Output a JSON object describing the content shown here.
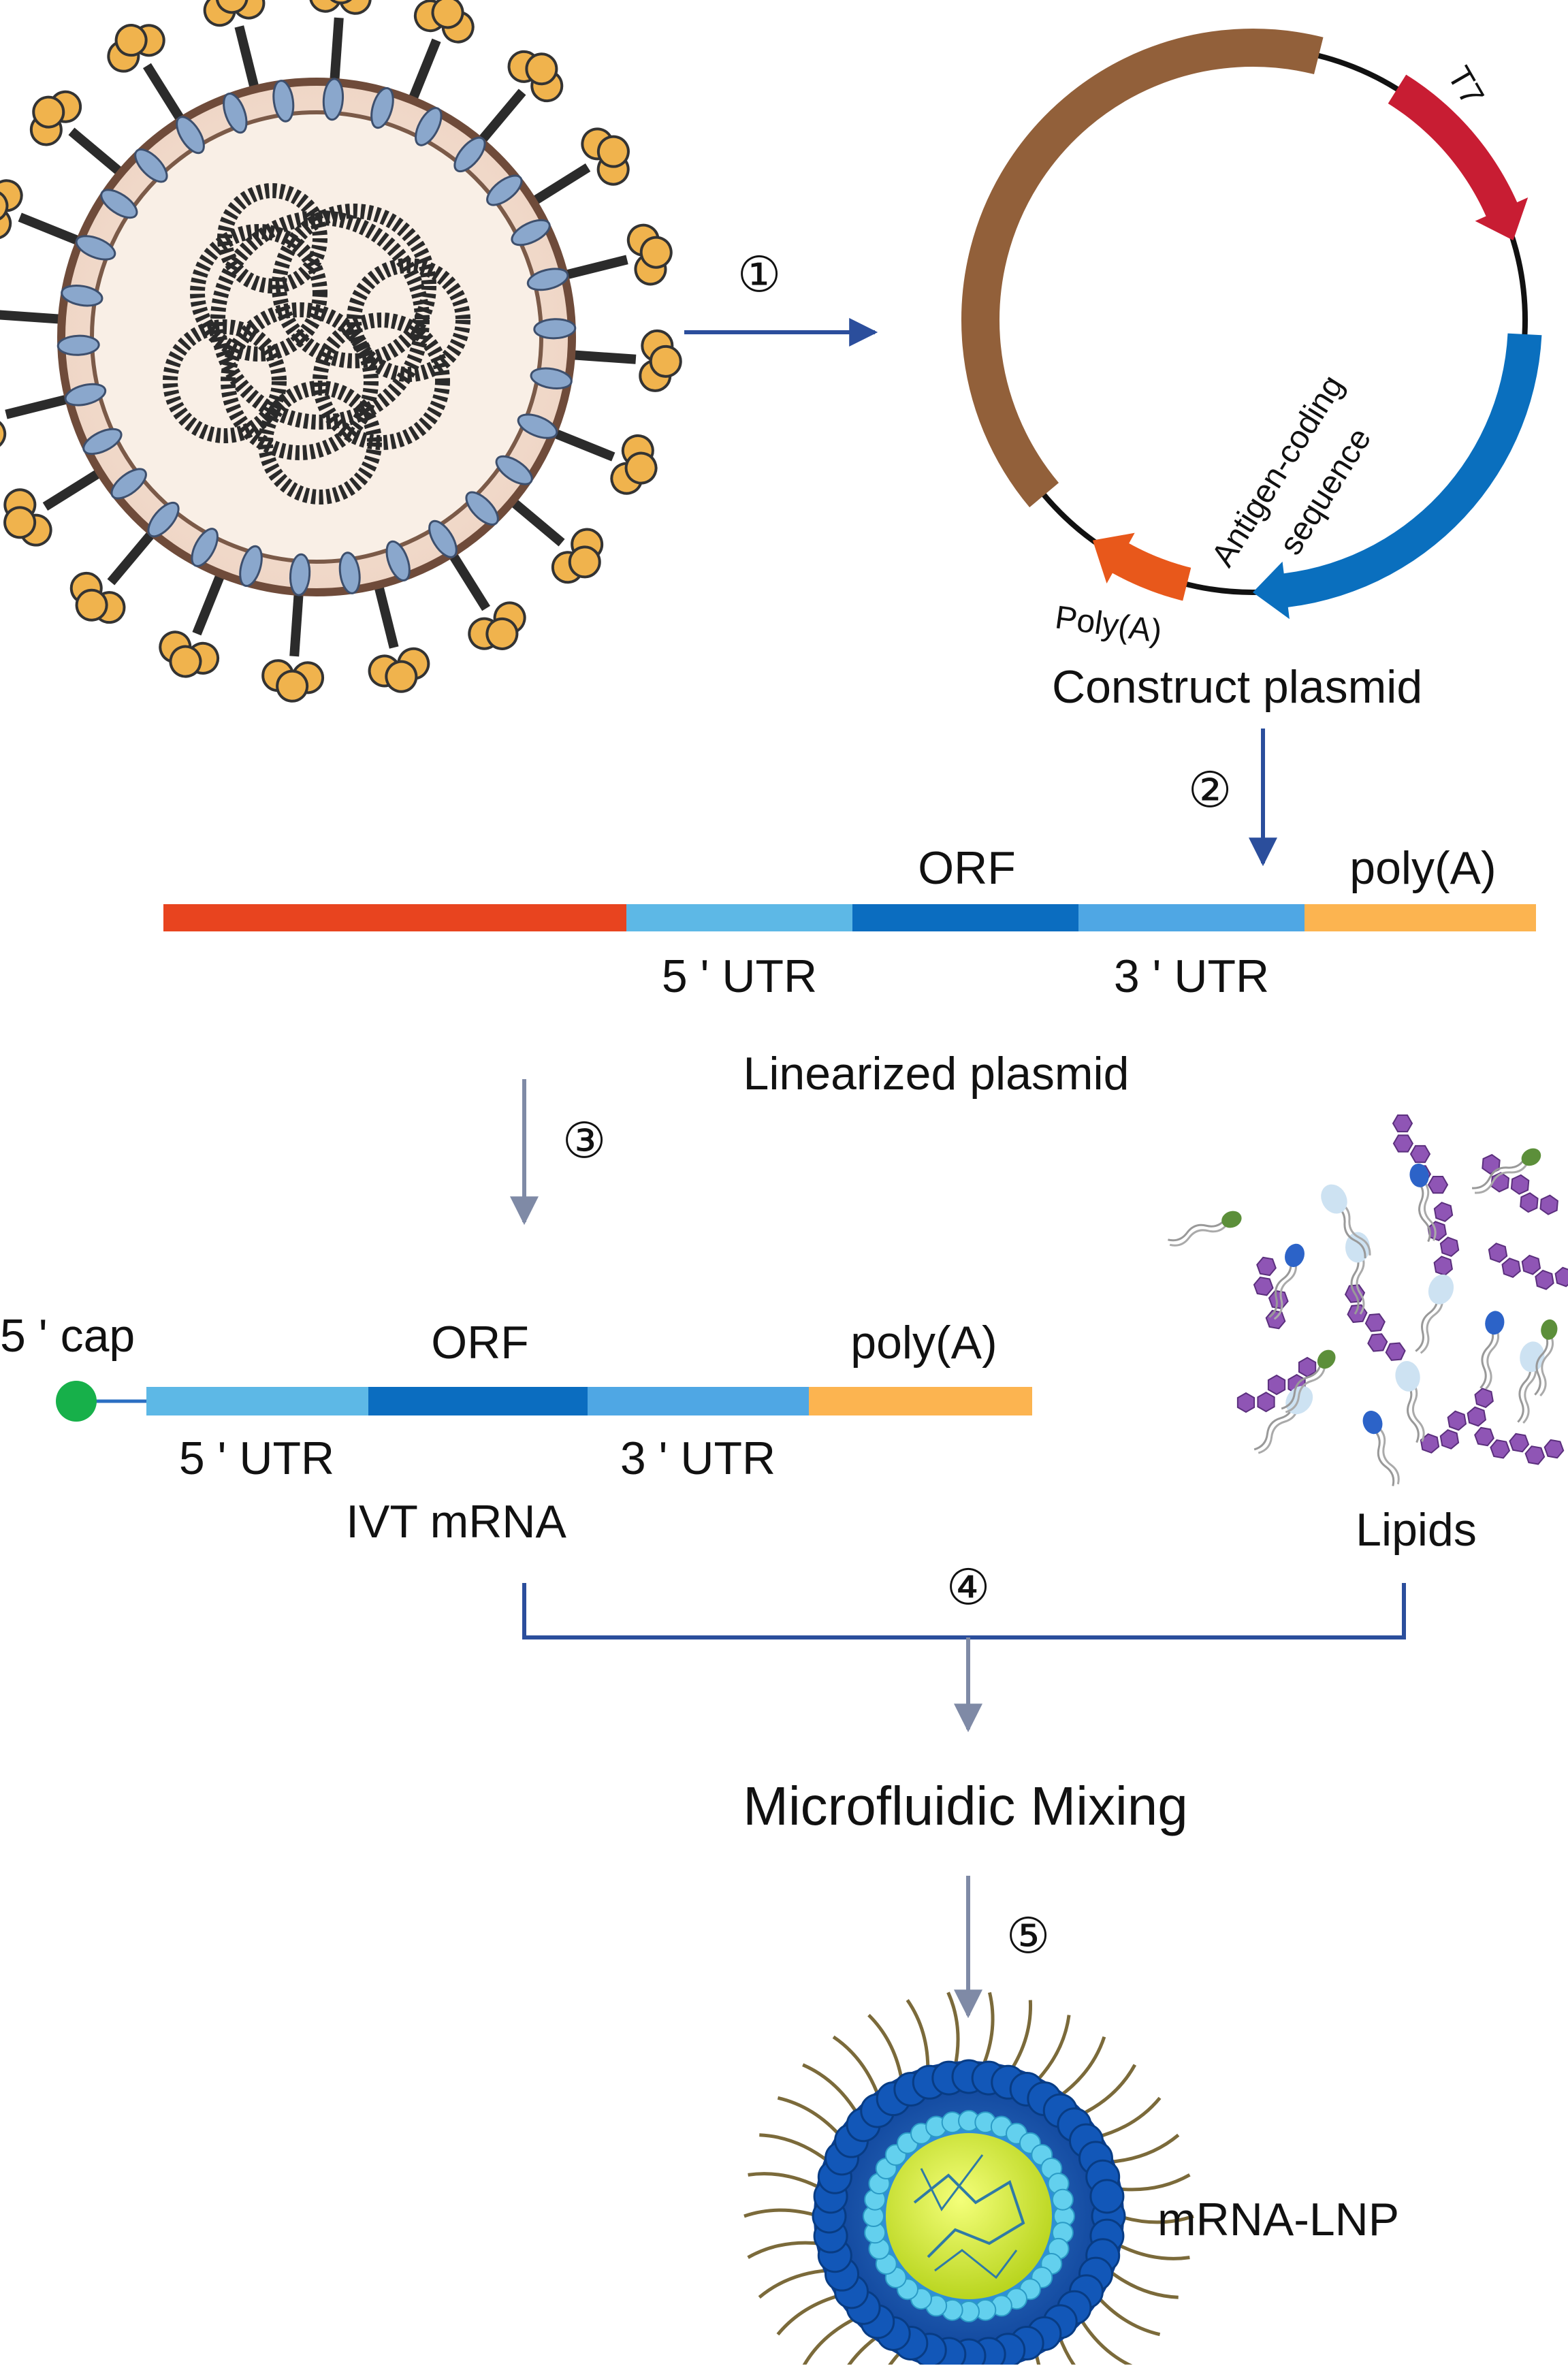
{
  "steps": [
    "①",
    "②",
    "③",
    "④",
    "⑤"
  ],
  "plasmid": {
    "promoter": "T7",
    "antigen_line1": "Antigen-coding",
    "antigen_line2": "sequence",
    "polya": "Poly(A)",
    "caption": "Construct  plasmid",
    "colors": {
      "backbone": "#92603a",
      "t7": "#c81d33",
      "antigen": "#0a6fbe",
      "polya": "#e8581b"
    }
  },
  "linearized": {
    "orf": "ORF",
    "polya": "poly(A)",
    "utr5": "5 ' UTR",
    "utr3": "3 ' UTR",
    "caption": "Linearized  plasmid",
    "colors": {
      "backbone": "#e8441f",
      "utr5": "#5db8e6",
      "orf": "#0b6dc0",
      "utr3": "#4fa7e4",
      "polya": "#fcb450"
    }
  },
  "ivt": {
    "cap": "5 ' cap",
    "orf": "ORF",
    "polya": "poly(A)",
    "utr5": "5 ' UTR",
    "utr3": "3 ' UTR",
    "caption": "IVT mRNA",
    "colors": {
      "cap": "#17b04a",
      "utr5": "#5db8e6",
      "orf": "#0b6dc0",
      "utr3": "#4fa7e4",
      "polya": "#fcb450"
    }
  },
  "lipids": {
    "caption": "Lipids"
  },
  "mixing": {
    "caption": "Microfluidic Mixing"
  },
  "lnp": {
    "caption": "mRNA-LNP"
  },
  "arrow_color": "#2b4e9c"
}
